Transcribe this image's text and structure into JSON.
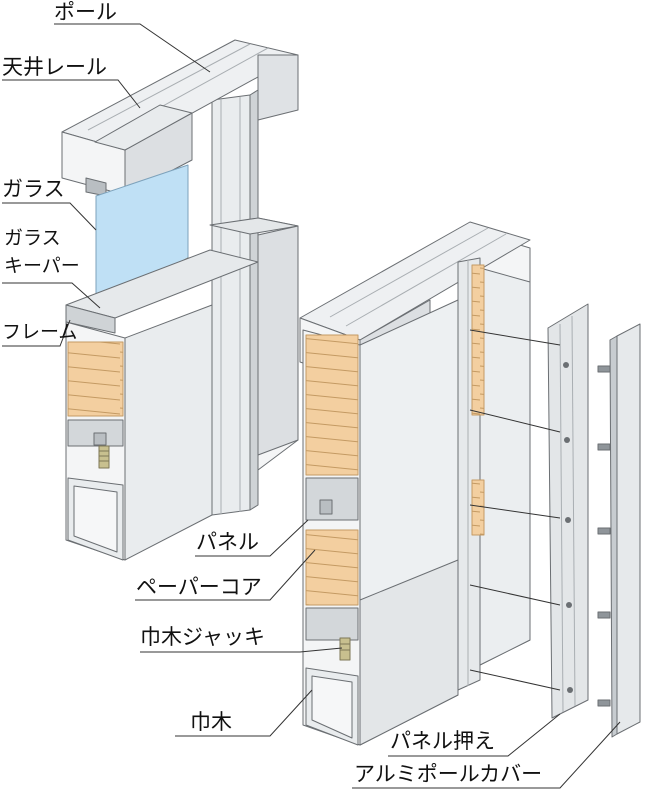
{
  "diagram": {
    "labels": {
      "pole": "ポール",
      "ceiling_rail": "天井レール",
      "glass": "ガラス",
      "glass_keeper_line1": "ガラス",
      "glass_keeper_line2": "キーパー",
      "frame": "フレーム",
      "panel": "パネル",
      "paper_core": "ペーパーコア",
      "baseboard_jack": "巾木ジャッキ",
      "baseboard": "巾木",
      "panel_holder": "パネル押え",
      "aluminum_pole_cover": "アルミポールカバー"
    },
    "colors": {
      "outline": "#6b6f73",
      "panel_face": "#f4f5f6",
      "panel_side": "#d9dcdf",
      "aluminum": "#e3e6e8",
      "aluminum_dark": "#b9bec2",
      "paper_core": "#f3cfa0",
      "glass": "#bfe0f5",
      "leader_line": "#333333"
    }
  }
}
